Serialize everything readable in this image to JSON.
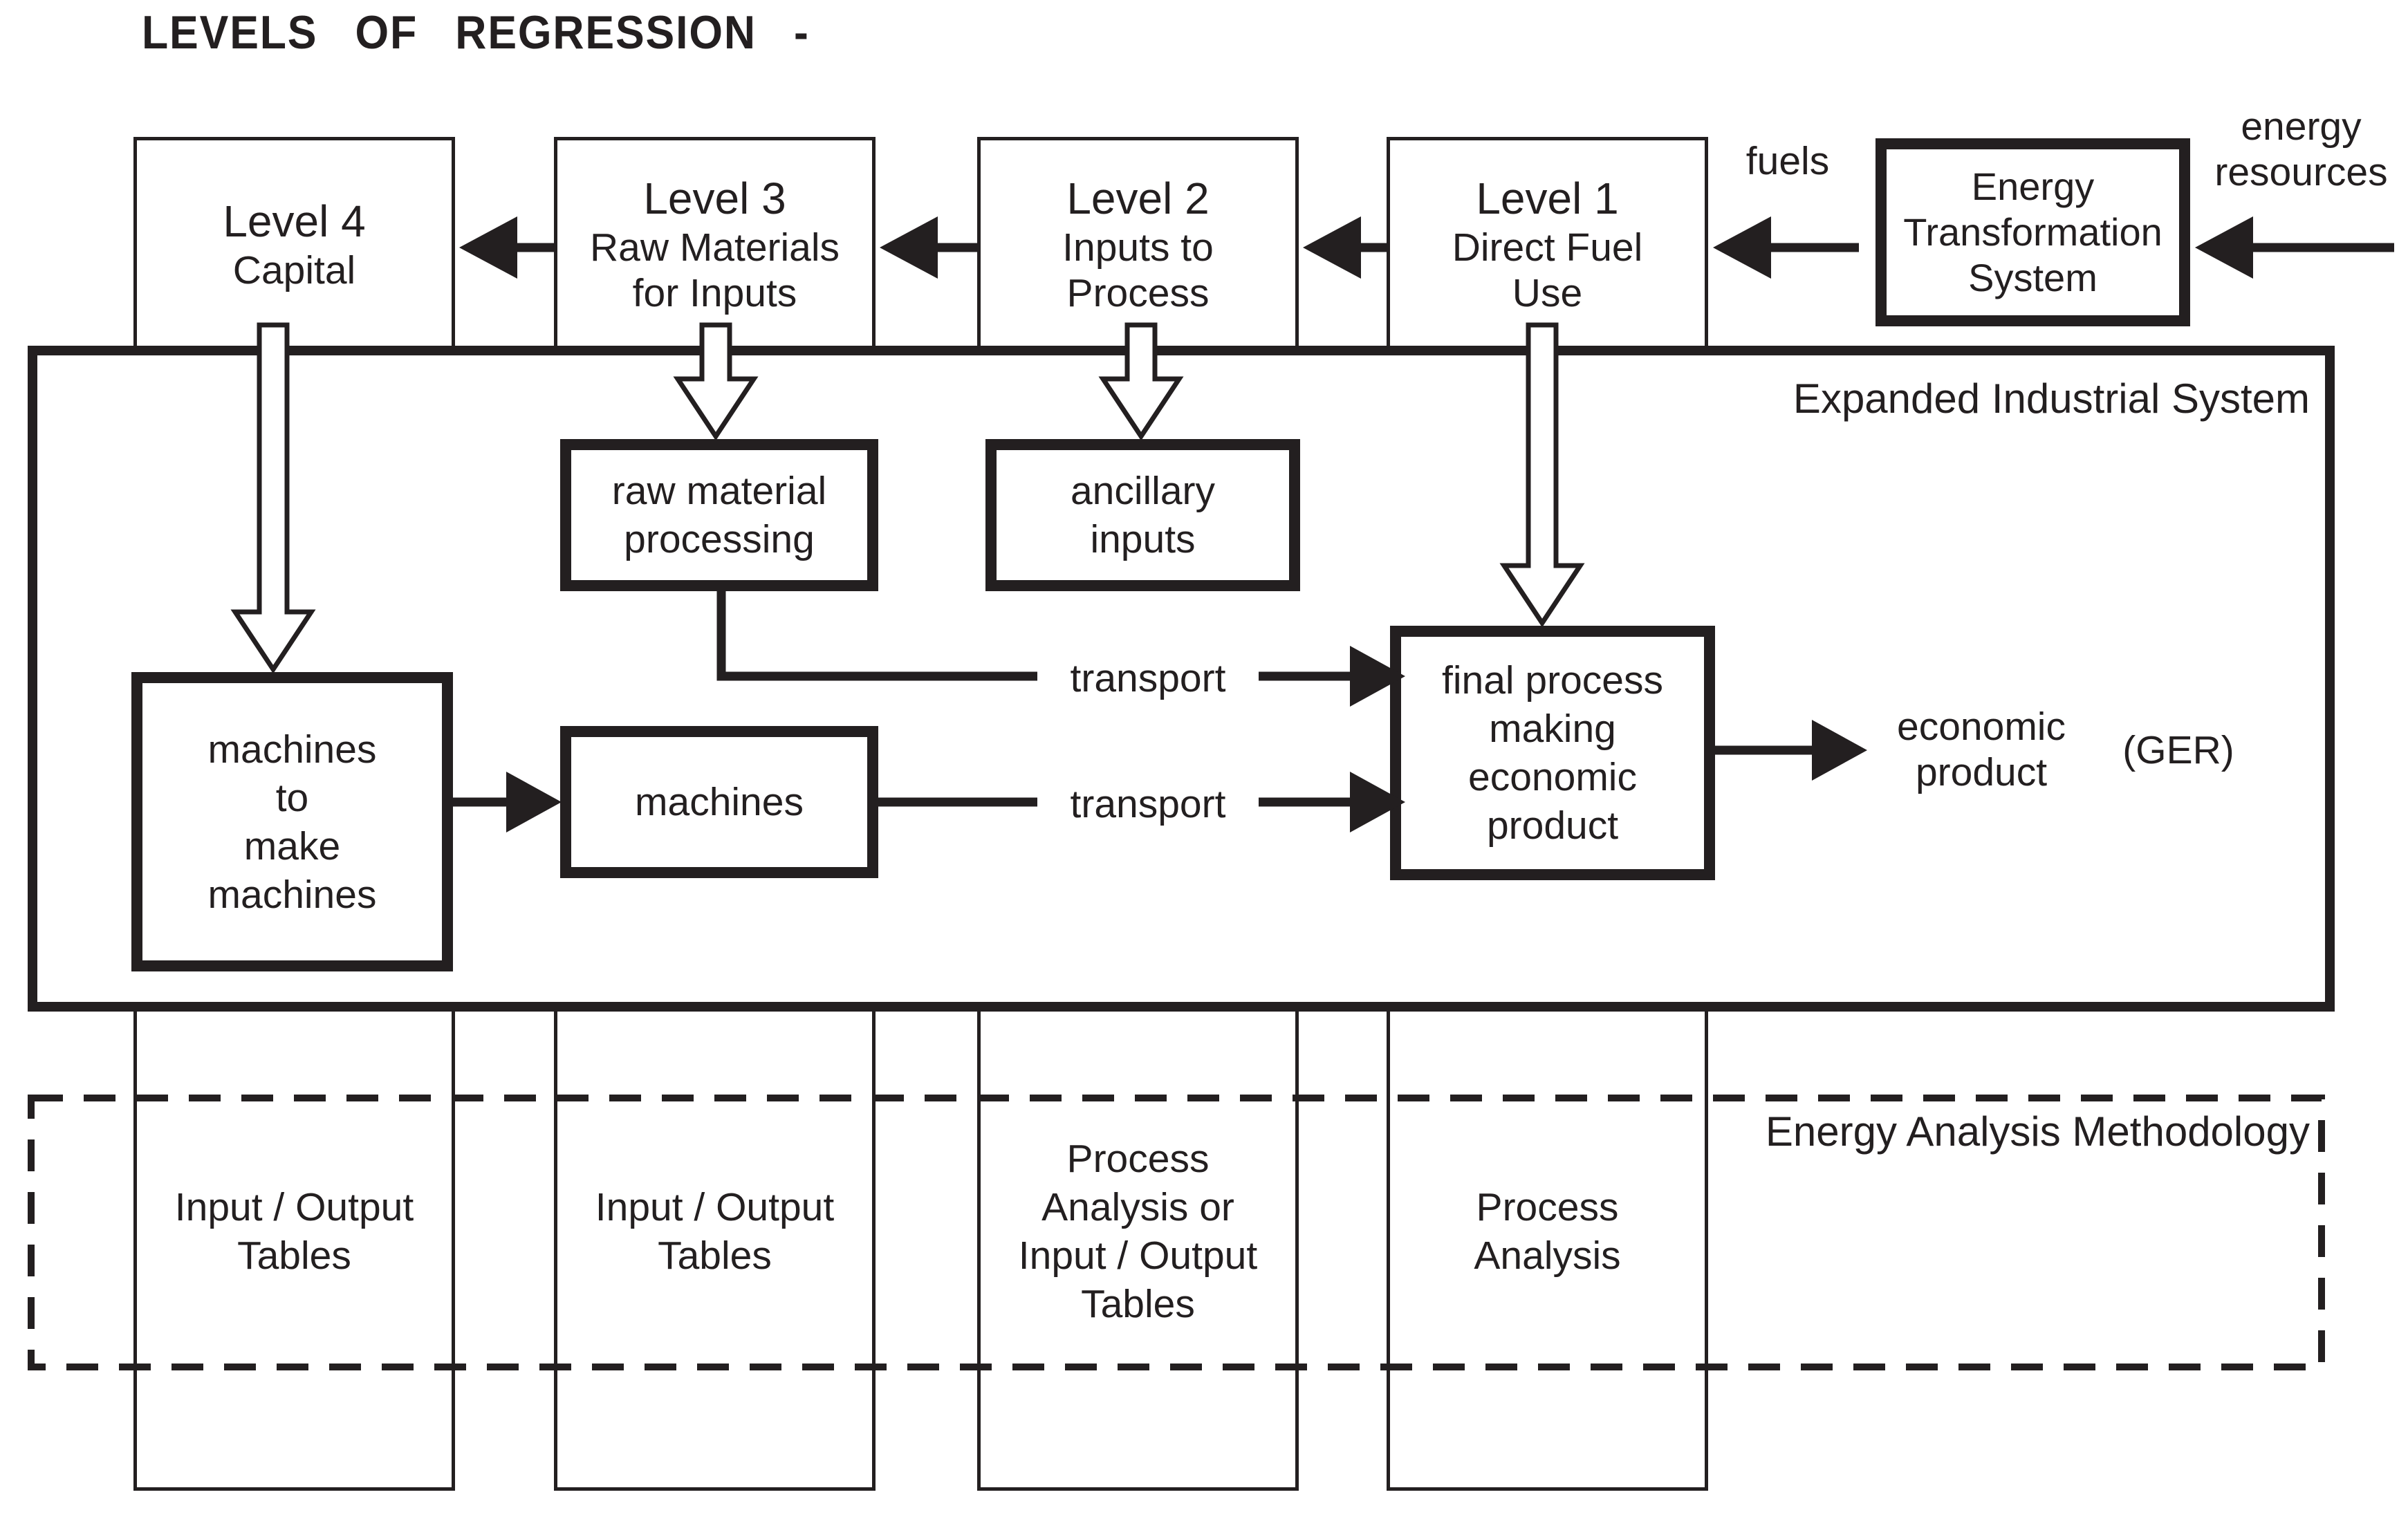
{
  "diagram": {
    "title": "LEVELS  OF  REGRESSION  -"
  },
  "levels": [
    {
      "title": "Level 4",
      "subtitle": "Capital"
    },
    {
      "title": "Level 3",
      "subtitle": "Raw Materials\nfor Inputs"
    },
    {
      "title": "Level 2",
      "subtitle": "Inputs to\nProcess"
    },
    {
      "title": "Level 1",
      "subtitle": "Direct Fuel\nUse"
    }
  ],
  "energy_transformation_system": {
    "label": "Energy\nTransformation\nSystem"
  },
  "labels": {
    "fuels": "fuels",
    "energy_resources": "energy\nresources",
    "expanded_industrial_system": "Expanded Industrial System",
    "energy_analysis_methodology": "Energy Analysis Methodology",
    "transport_upper": "transport",
    "transport_lower": "transport",
    "economic_product": "economic\nproduct",
    "ger": "(GER)"
  },
  "inner_boxes": {
    "raw_material_processing": "raw material\nprocessing",
    "ancillary_inputs": "ancillary\ninputs",
    "machines_to_make_machines": "machines\nto\nmake\nmachines",
    "machines": "machines",
    "final_process": "final process\nmaking\neconomic\nproduct"
  },
  "methodology_columns": [
    "Input / Output\nTables",
    "Input / Output\nTables",
    "Process\nAnalysis or\nInput / Output\nTables",
    "Process\nAnalysis"
  ],
  "colors": {
    "ink": "#231f20",
    "background": "#ffffff"
  }
}
